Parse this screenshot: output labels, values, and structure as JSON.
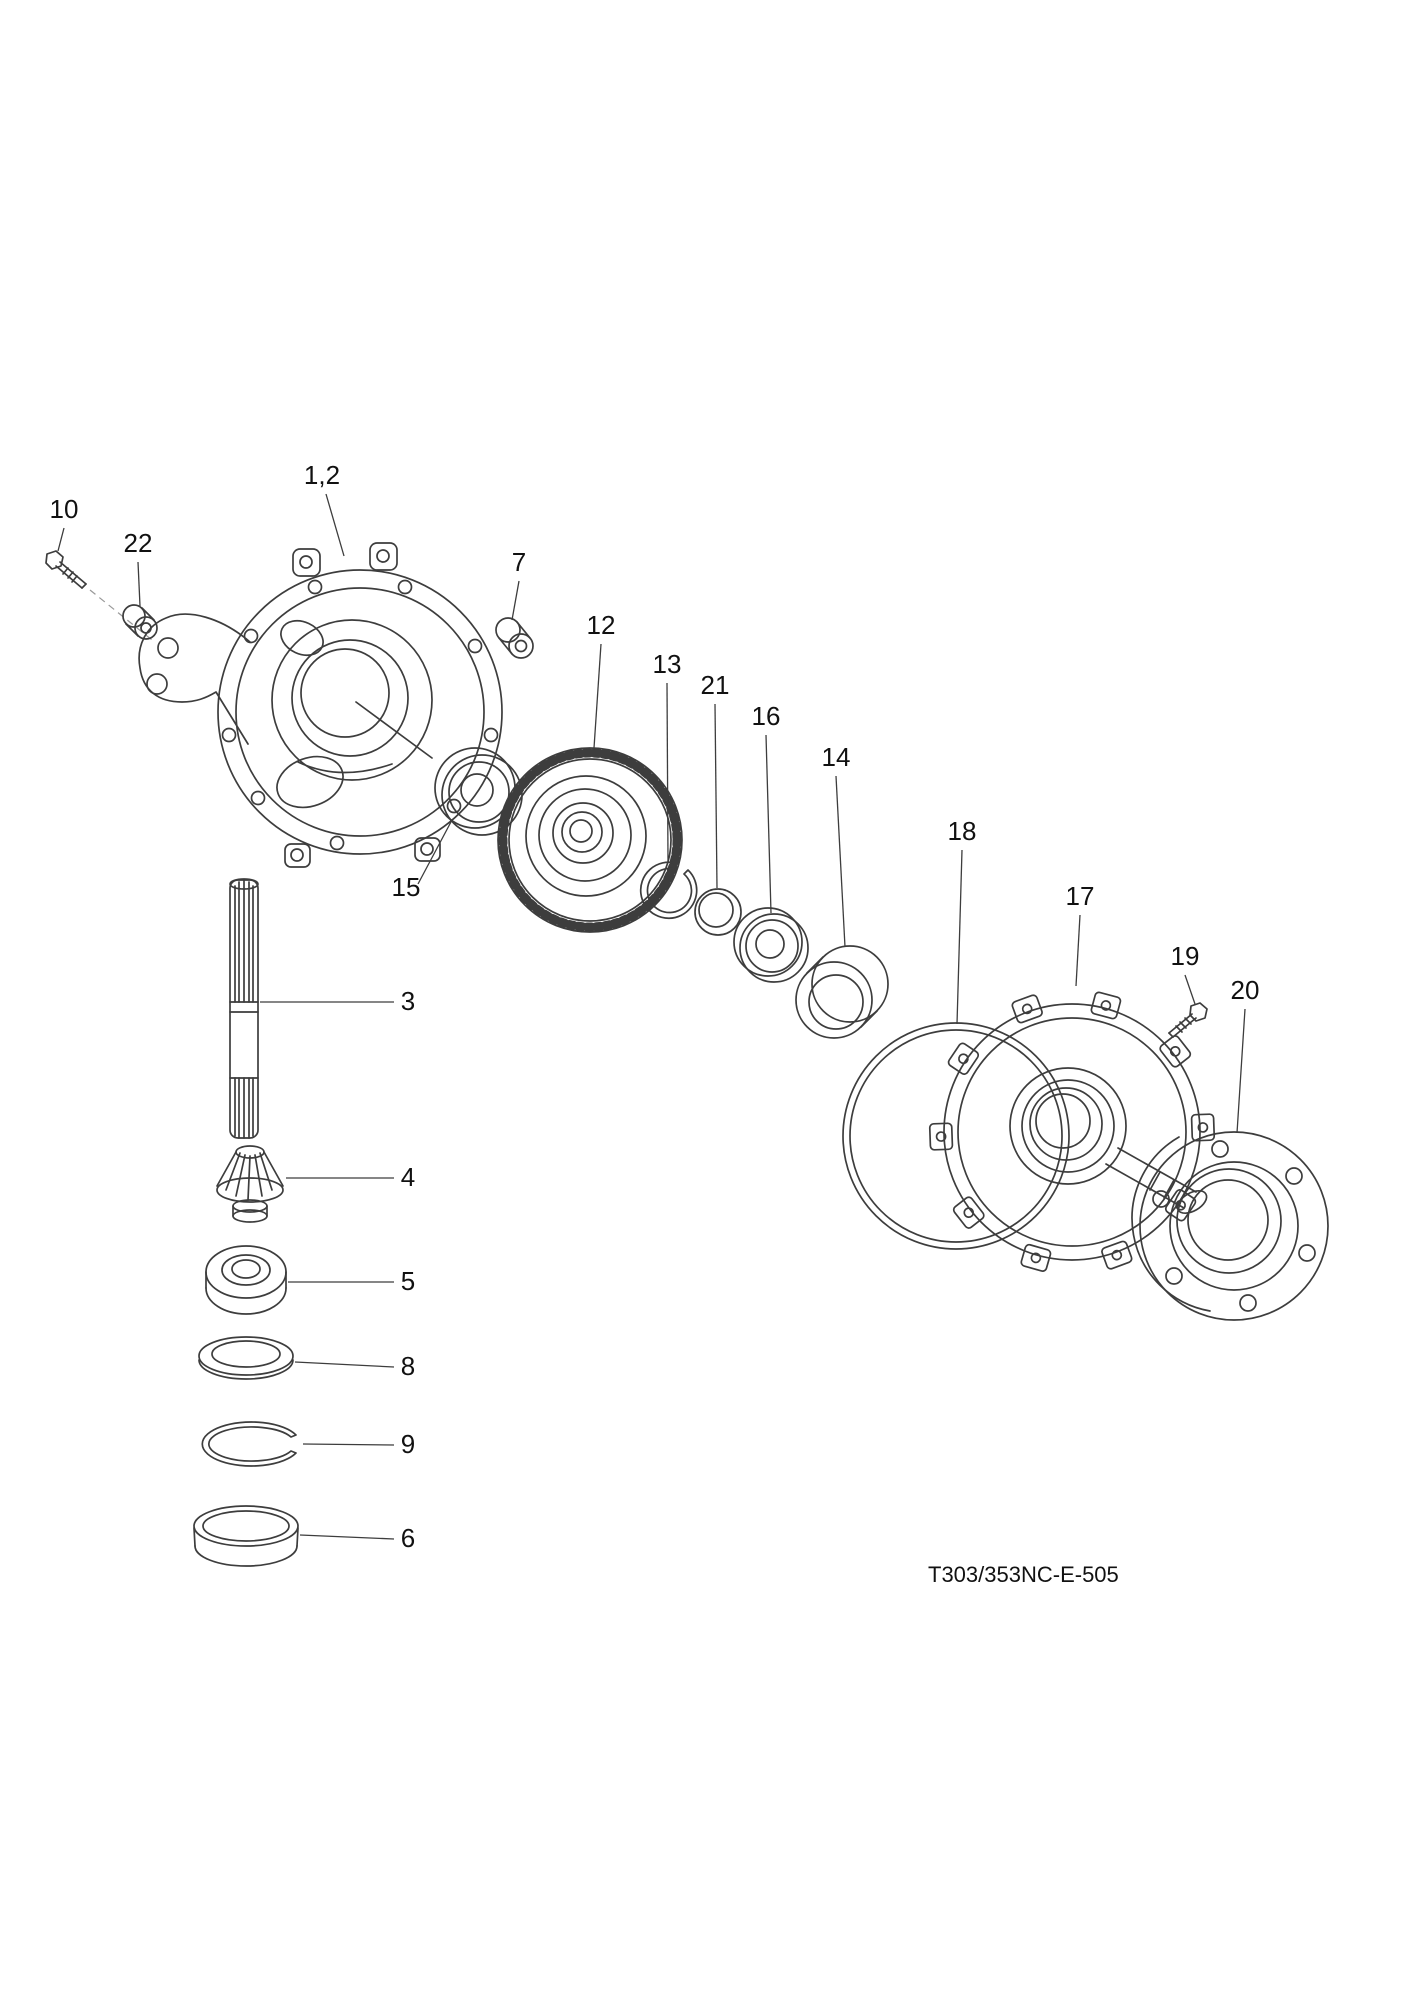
{
  "colors": {
    "background": "#ffffff",
    "line": "#3d3d3d",
    "label": "#111111"
  },
  "drawing_code": "T303/353NC-E-505",
  "callouts": {
    "c1_2": {
      "label": "1,2"
    },
    "c3": {
      "label": "3"
    },
    "c4": {
      "label": "4"
    },
    "c5": {
      "label": "5"
    },
    "c6": {
      "label": "6"
    },
    "c7": {
      "label": "7"
    },
    "c8": {
      "label": "8"
    },
    "c9": {
      "label": "9"
    },
    "c10": {
      "label": "10"
    },
    "c12": {
      "label": "12"
    },
    "c13": {
      "label": "13"
    },
    "c14": {
      "label": "14"
    },
    "c15": {
      "label": "15"
    },
    "c16": {
      "label": "16"
    },
    "c17": {
      "label": "17"
    },
    "c18": {
      "label": "18"
    },
    "c19": {
      "label": "19"
    },
    "c20": {
      "label": "20"
    },
    "c21": {
      "label": "21"
    },
    "c22": {
      "label": "22"
    }
  }
}
